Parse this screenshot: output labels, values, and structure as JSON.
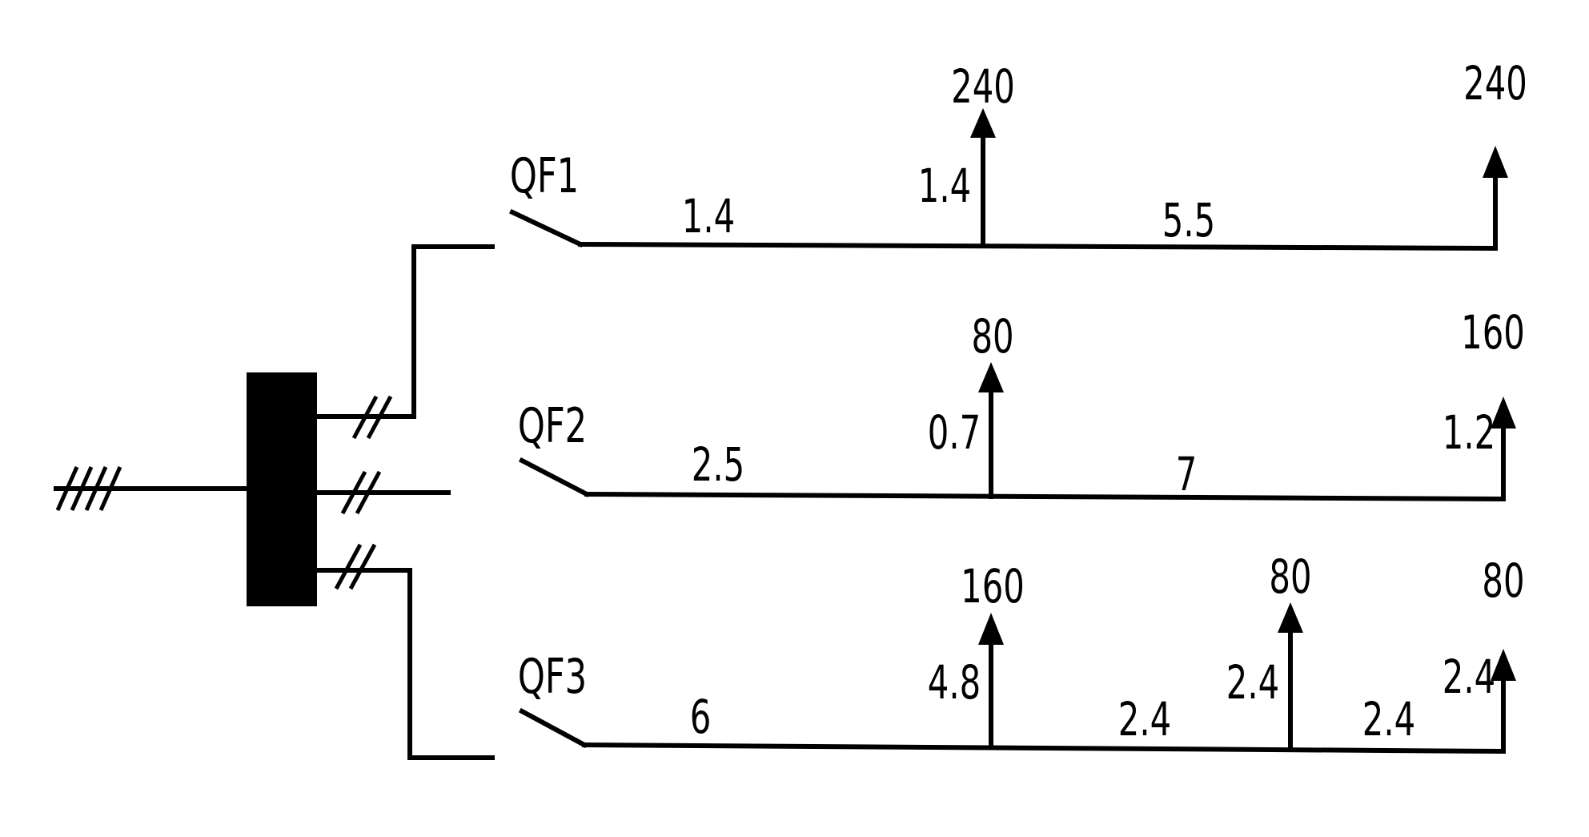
{
  "breakers": [
    {
      "name": "QF1",
      "segments": [
        "1.4",
        "5.5"
      ],
      "taps": [
        {
          "load": "240",
          "side": "1.4"
        },
        {
          "load": "240",
          "side": ""
        }
      ]
    },
    {
      "name": "QF2",
      "segments": [
        "2.5",
        "7"
      ],
      "taps": [
        {
          "load": "80",
          "side": "0.7"
        },
        {
          "load": "160",
          "side": "1.2"
        }
      ]
    },
    {
      "name": "QF3",
      "segments": [
        "6",
        "2.4",
        "2.4"
      ],
      "taps": [
        {
          "load": "160",
          "side": "4.8"
        },
        {
          "load": "80",
          "side": "2.4"
        },
        {
          "load": "80",
          "side": "2.4"
        }
      ]
    }
  ]
}
